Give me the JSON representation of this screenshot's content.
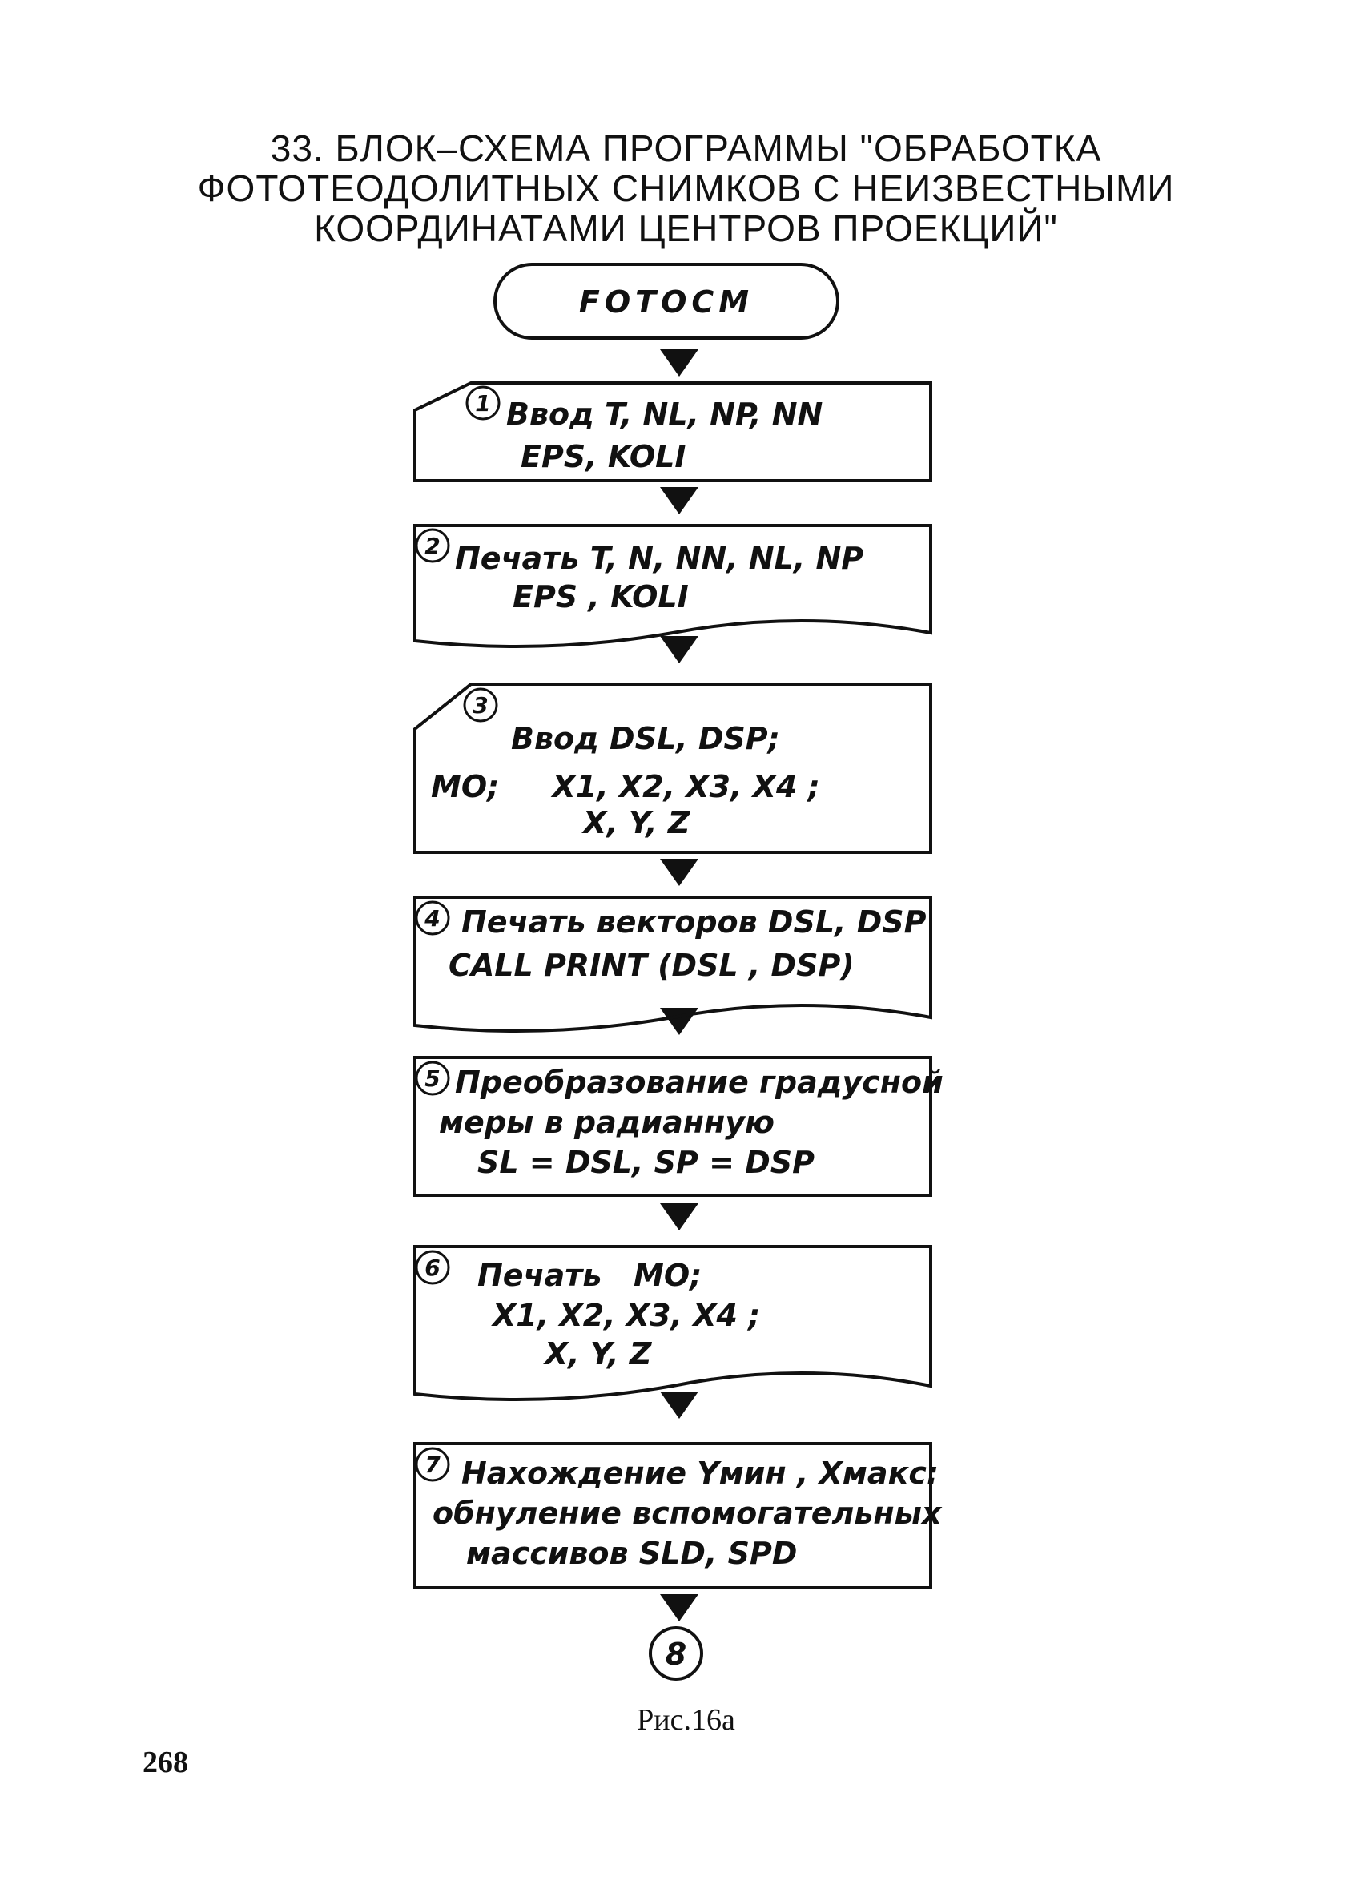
{
  "title": {
    "line1": "33. БЛОК–СХЕМА ПРОГРАММЫ \"ОБРАБОТКА",
    "line2": "ФОТОТЕОДОЛИТНЫХ СНИМКОВ С НЕИЗВЕСТНЫМИ",
    "line3": "КООРДИНАТАМИ ЦЕНТРОВ ПРОЕКЦИЙ\""
  },
  "terminal": "FOTOCM",
  "blocks": [
    {
      "num": "1",
      "type": "input",
      "lines": [
        "Ввод  T, NL, NP, NN",
        "EPS, KOLI"
      ]
    },
    {
      "num": "2",
      "type": "print",
      "lines": [
        "Печать T, N, NN, NL, NP",
        "EPS ,  KOLI"
      ]
    },
    {
      "num": "3",
      "type": "input",
      "lines": [
        "Ввод  DSL, DSP;",
        "MO;     X1, X2, X3, X4 ;",
        "X, Y, Z"
      ]
    },
    {
      "num": "4",
      "type": "print",
      "lines": [
        "Печать векторов DSL, DSP",
        "CALL PRINT (DSL , DSP)"
      ]
    },
    {
      "num": "5",
      "type": "process",
      "lines": [
        "Преобразование градусной",
        "меры в радианную",
        "SL = DSL,  SP = DSP"
      ]
    },
    {
      "num": "6",
      "type": "print",
      "lines": [
        "Печать   MO;",
        "X1, X2, X3, X4 ;",
        "X, Y, Z"
      ]
    },
    {
      "num": "7",
      "type": "process",
      "lines": [
        "Нахождение Yмин , Xмакс:",
        "обнуление вспомогательных",
        "массивов SLD, SPD"
      ]
    }
  ],
  "connector": "8",
  "caption": "Рис.16а",
  "page_number": "268"
}
